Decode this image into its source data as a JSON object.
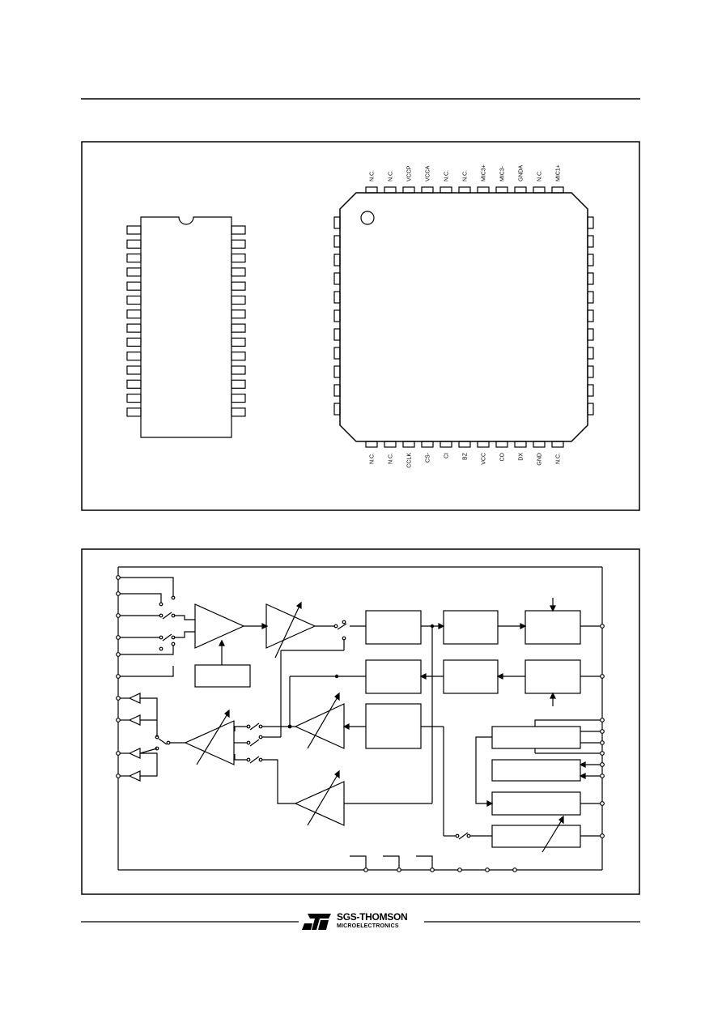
{
  "plcc_top_pins": [
    "N.C.",
    "N.C.",
    "VCCP",
    "VCCA",
    "N.C.",
    "N.C.",
    "MIC3+",
    "MIC3-",
    "GNDA",
    "N.C.",
    "MIC1+"
  ],
  "plcc_bottom_pins": [
    "N.C.",
    "N.C.",
    "CCLK",
    "CS-",
    "CI",
    "BZ",
    "VCC",
    "CO",
    "DX",
    "GND",
    "N.C."
  ],
  "logo": {
    "company": "SGS-THOMSON",
    "division": "MICROELECTRONICS"
  },
  "colors": {
    "ink": "#000000",
    "paper": "#ffffff"
  }
}
